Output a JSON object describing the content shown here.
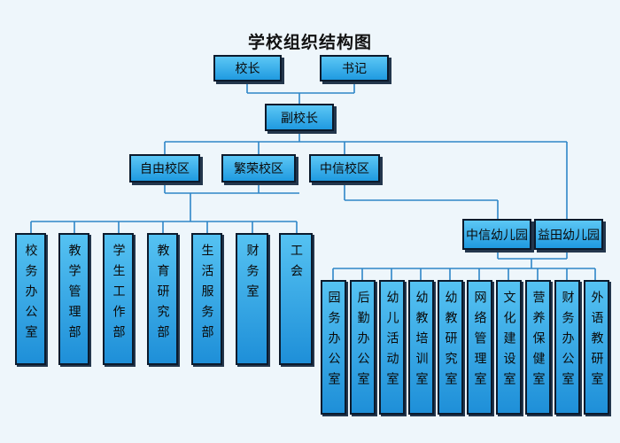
{
  "title": "学校组织结构图",
  "colors": {
    "box_fill_top": "#5cc7f5",
    "box_fill_bottom": "#1f9ae0",
    "connector": "#2e86c8",
    "background": "#eef6fb"
  },
  "top": {
    "principal": "校长",
    "secretary": "书记"
  },
  "vice_principal": "副校长",
  "campuses": [
    "自由校区",
    "繁荣校区",
    "中信校区"
  ],
  "departments": [
    "校务办公室",
    "教学管理部",
    "学生工作部",
    "教育研究部",
    "生活服务部",
    "财务室",
    "工会"
  ],
  "kindergartens": [
    "中信幼儿园",
    "益田幼儿园"
  ],
  "kindergarten_offices": [
    "园务办公室",
    "后勤办公室",
    "幼儿活动室",
    "幼教培训室",
    "幼教研究室",
    "网络管理室",
    "文化建设室",
    "营养保健室",
    "财务办公室",
    "外语教研室"
  ]
}
